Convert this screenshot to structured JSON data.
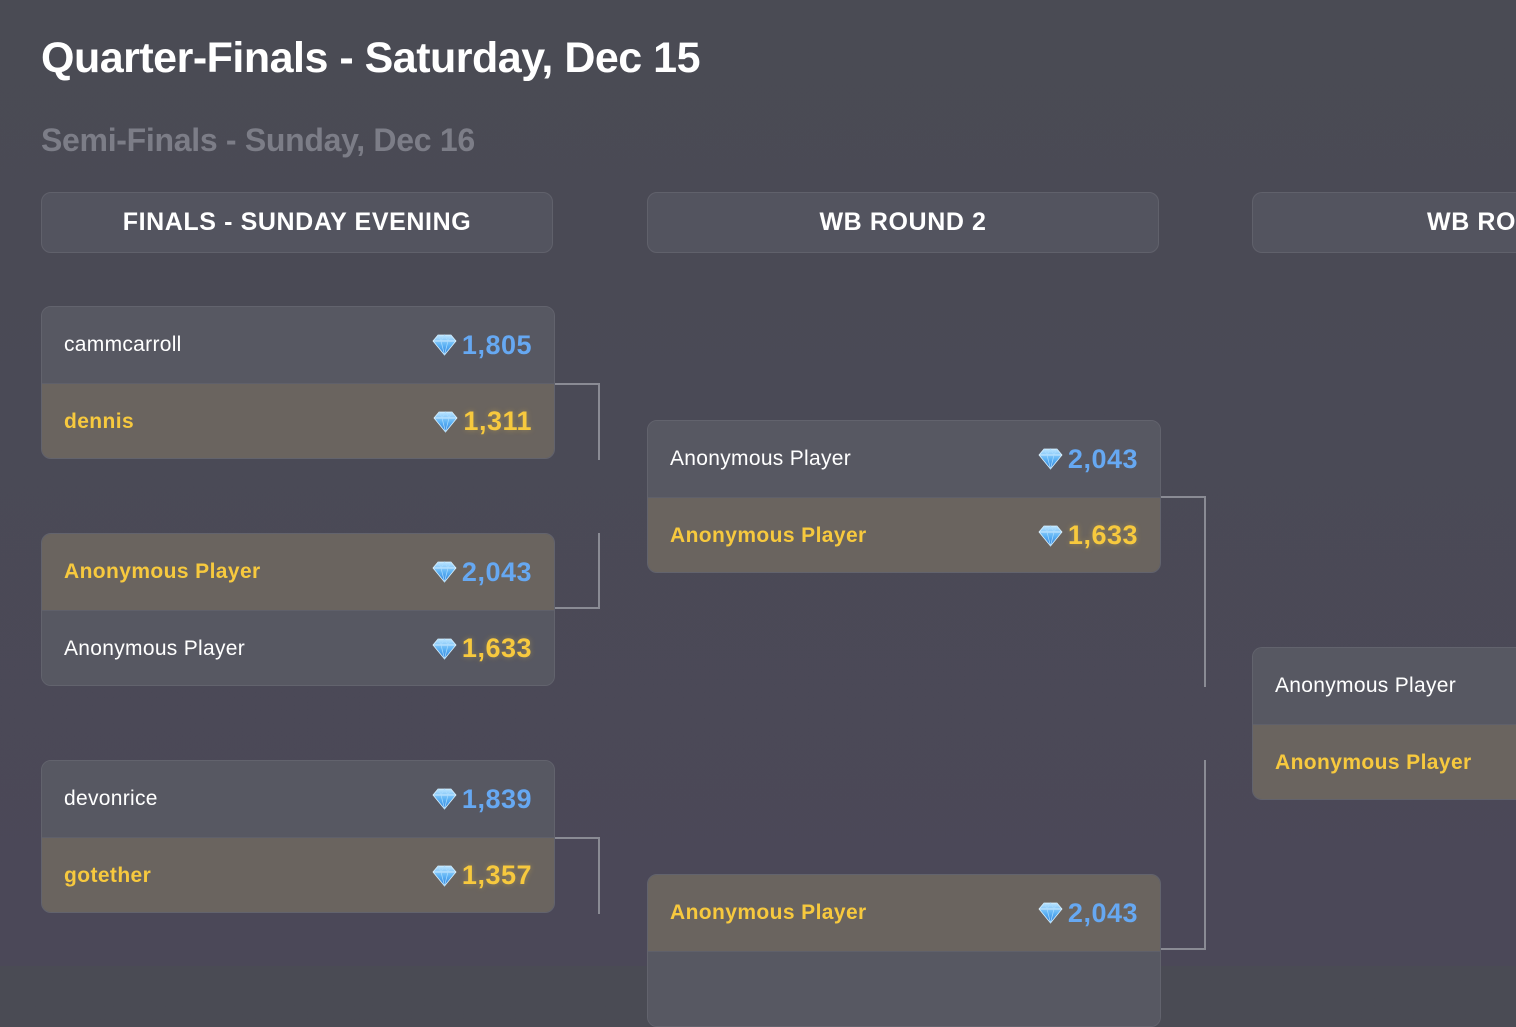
{
  "page": {
    "title": "Quarter-Finals - Saturday, Dec 15",
    "subtitle": "Semi-Finals - Sunday, Dec 16"
  },
  "rounds": [
    {
      "label": "FINALS - SUNDAY EVENING"
    },
    {
      "label": "WB ROUND 2"
    },
    {
      "label": "WB RO"
    }
  ],
  "matches": [
    {
      "players": [
        {
          "name": "cammcarroll",
          "score": "1,805",
          "winner": false
        },
        {
          "name": "dennis",
          "score": "1,311",
          "winner": true
        }
      ]
    },
    {
      "players": [
        {
          "name": "Anonymous Player",
          "score": "2,043",
          "winner": true
        },
        {
          "name": "Anonymous Player",
          "score": "1,633",
          "winner": false
        }
      ]
    },
    {
      "players": [
        {
          "name": "devonrice",
          "score": "1,839",
          "winner": false
        },
        {
          "name": "gotether",
          "score": "1,357",
          "winner": true
        }
      ]
    },
    {
      "players": [
        {
          "name": "Anonymous Player",
          "score": "2,043",
          "winner": false
        },
        {
          "name": "Anonymous Player",
          "score": "1,633",
          "winner": true
        }
      ]
    },
    {
      "players": [
        {
          "name": "Anonymous Player",
          "score": "2,043",
          "winner": true
        }
      ]
    },
    {
      "players": [
        {
          "name": "Anonymous Player",
          "winner": false
        },
        {
          "name": "Anonymous Player",
          "winner": true
        }
      ]
    }
  ],
  "colors": {
    "background": "#4a4b54",
    "winner_text": "#f7c93e",
    "score_blue": "#66a8f2",
    "connector": "#8a8b94"
  },
  "icons": {
    "score": "diamond-gem-icon"
  }
}
